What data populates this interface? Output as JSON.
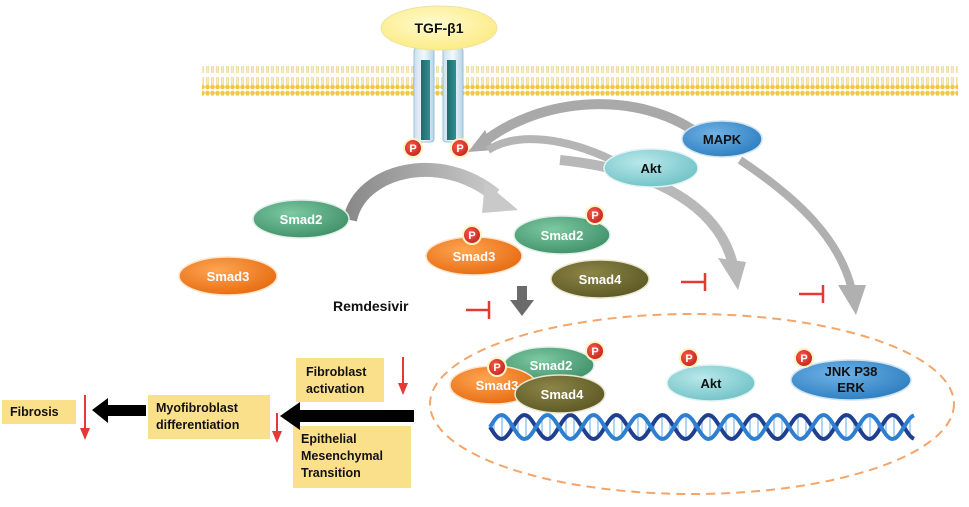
{
  "ligand": {
    "label": "TGF-β1"
  },
  "phospho_label": "P",
  "kinases": {
    "mapk": "MAPK",
    "akt": "Akt"
  },
  "smads": {
    "smad2": "Smad2",
    "smad3": "Smad3",
    "smad2_p": "Smad2",
    "smad3_p": "Smad3",
    "smad4": "Smad4"
  },
  "inhibitor": {
    "label": "Remdesivir"
  },
  "nucleus": {
    "smad2": "Smad2",
    "smad3": "Smad3",
    "smad4": "Smad4",
    "akt": "Akt",
    "mapk_line1": "JNK  P38",
    "mapk_line2": "ERK"
  },
  "outcomes": {
    "fibroblast_activation": [
      "Fibroblast",
      "activation"
    ],
    "emt": [
      "Epithelial",
      "Mesenchymal",
      "Transition"
    ],
    "myofibroblast": [
      "Myofibroblast",
      "differentiation"
    ],
    "fibrosis": "Fibrosis"
  },
  "colors": {
    "ligand": "#fff59d",
    "smad2": "#4fa67d",
    "smad3": "#f58220",
    "smad4": "#6f6a2e",
    "akt": "#8fd3d6",
    "mapk": "#3e8ed0",
    "phospho": "#d32f2f",
    "inhibit": "#e53935",
    "outcome_box": "#fbe08c",
    "membrane": "#f2c744",
    "nucleus_border": "#f3a56a"
  }
}
